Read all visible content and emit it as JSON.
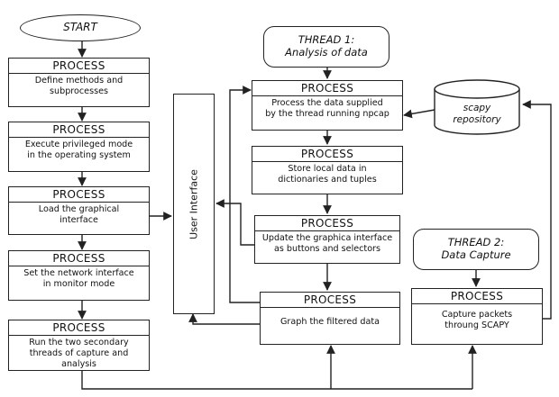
{
  "start": "START",
  "left_column": [
    {
      "header": "PROCESS",
      "lines": [
        "Define methods and",
        "subprocesses"
      ]
    },
    {
      "header": "PROCESS",
      "lines": [
        "Execute privileged mode",
        "in the operating system"
      ]
    },
    {
      "header": "PROCESS",
      "lines": [
        "Load the graphical",
        "interface"
      ]
    },
    {
      "header": "PROCESS",
      "lines": [
        "Set the network interface",
        "in monitor mode"
      ]
    },
    {
      "header": "PROCESS",
      "lines": [
        "Run the two secondary",
        "threads of capture and analysis"
      ]
    }
  ],
  "user_interface": "User Interface",
  "thread1": {
    "title": "THREAD 1:",
    "subtitle": "Analysis of data"
  },
  "middle_column": [
    {
      "header": "PROCESS",
      "lines": [
        "Process the data supplied",
        "by the thread running npcap"
      ]
    },
    {
      "header": "PROCESS",
      "lines": [
        "Store local data in",
        "dictionaries and tuples"
      ]
    },
    {
      "header": "PROCESS",
      "lines": [
        "Update the graphica interface",
        "as buttons and selectors"
      ]
    },
    {
      "header": "PROCESS",
      "lines": [
        "Graph the filtered data"
      ]
    }
  ],
  "repository": {
    "lines": [
      "scapy",
      "repository"
    ]
  },
  "thread2": {
    "title": "THREAD 2:",
    "subtitle": "Data Capture"
  },
  "capture": {
    "header": "PROCESS",
    "lines": [
      "Capture packets",
      "throung SCAPY"
    ]
  }
}
